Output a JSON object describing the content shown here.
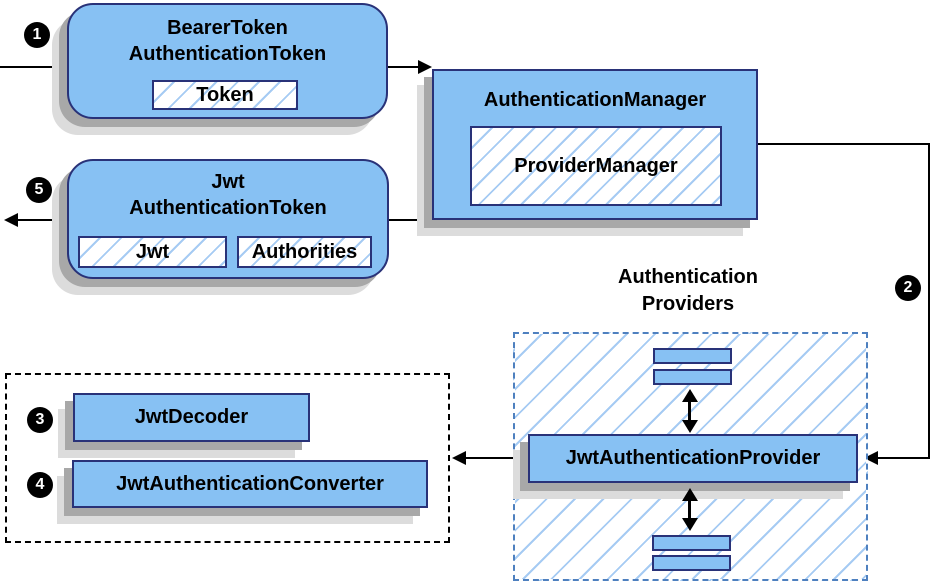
{
  "diagram": {
    "nodes": {
      "bearer": {
        "title1": "BearerToken",
        "title2": "AuthenticationToken"
      },
      "token": {
        "label": "Token"
      },
      "auth_manager": {
        "title": "AuthenticationManager"
      },
      "provider_manager": {
        "label": "ProviderManager"
      },
      "jwt_token": {
        "title1": "Jwt",
        "title2": "AuthenticationToken"
      },
      "jwt": {
        "label": "Jwt"
      },
      "authorities": {
        "label": "Authorities"
      },
      "providers_group": {
        "title1": "Authentication",
        "title2": "Providers"
      },
      "jwt_auth_provider": {
        "label": "JwtAuthenticationProvider"
      },
      "jwt_decoder": {
        "label": "JwtDecoder"
      },
      "jwt_auth_converter": {
        "label": "JwtAuthenticationConverter"
      }
    },
    "steps": {
      "one": "1",
      "two": "2",
      "three": "3",
      "four": "4",
      "five": "5"
    },
    "colors": {
      "node_fill": "#87C1F3",
      "node_border": "#293278",
      "hatch": "#A6CBF3",
      "group_dash": "#4E80BF",
      "shadow_dark": "#A8A8A8",
      "shadow_light": "#DCDCDC",
      "connector": "#000000"
    }
  }
}
